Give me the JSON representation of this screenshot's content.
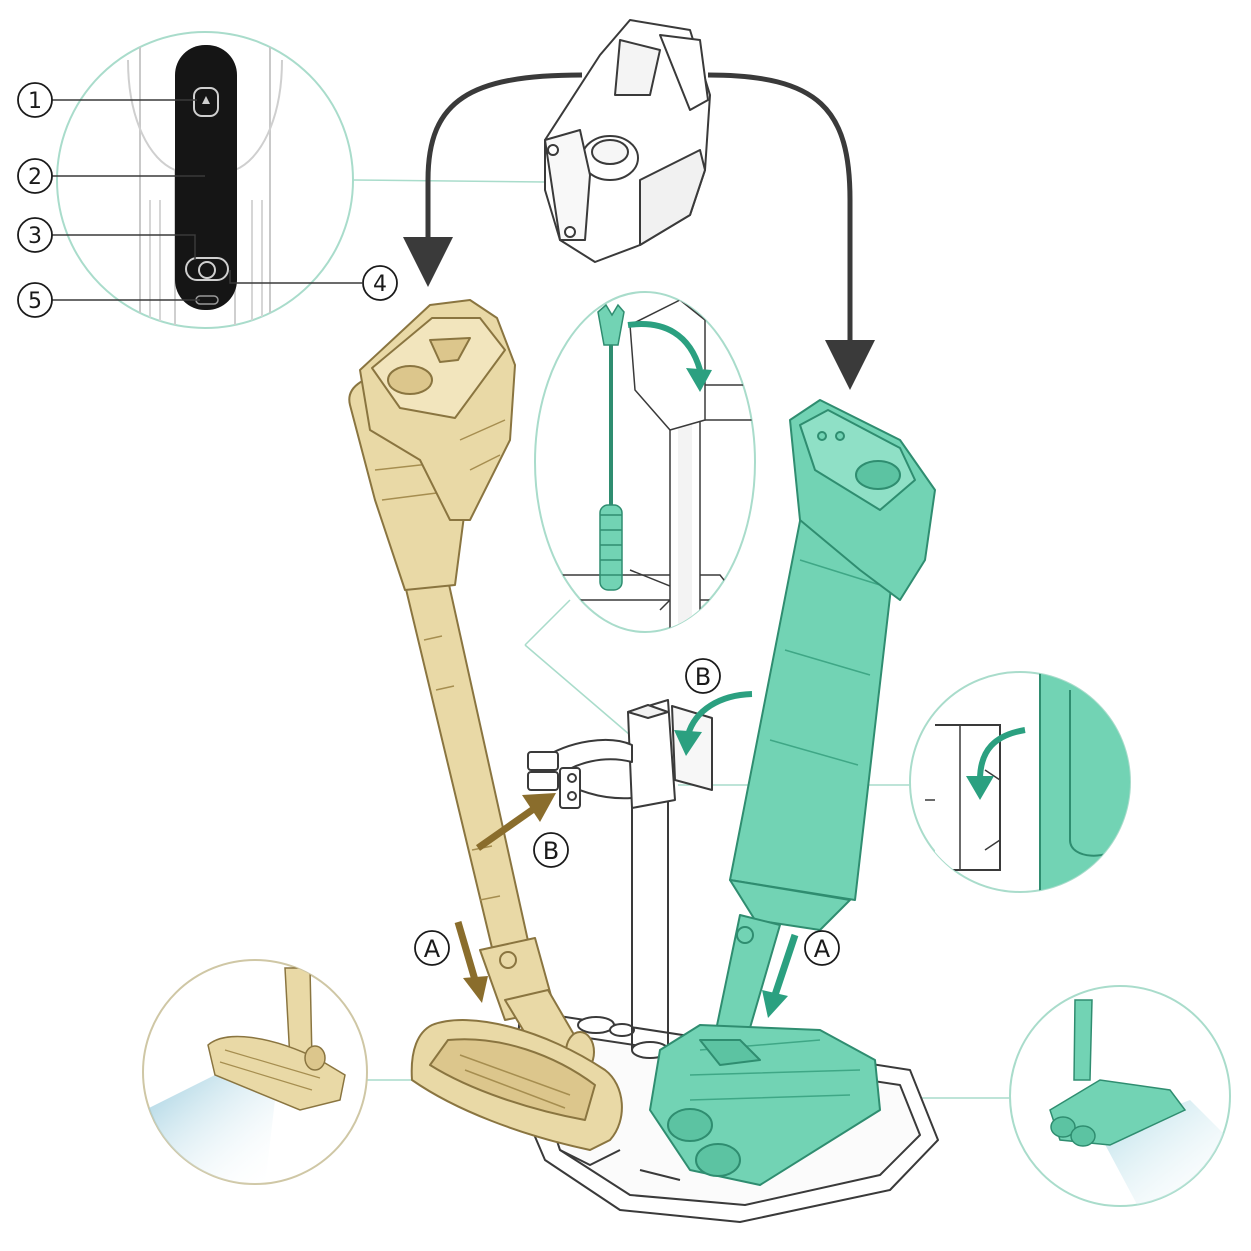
{
  "colors": {
    "gold": "#e9d9a6",
    "gold_line": "#8a7540",
    "mint": "#72d3b4",
    "mint_line": "#2f8d70",
    "mint_arrow": "#2ba080",
    "gold_arrow": "#8a6d2c",
    "ink": "#1a1a1a",
    "grey_line": "#3a3a3a",
    "leader": "#9fd9c5",
    "mist_gold": "#b9dbe6",
    "mist_mint": "#c9e6ec"
  },
  "callouts": [
    {
      "id": "1",
      "label": "1"
    },
    {
      "id": "2",
      "label": "2"
    },
    {
      "id": "3",
      "label": "3"
    },
    {
      "id": "4",
      "label": "4"
    },
    {
      "id": "5",
      "label": "5"
    }
  ],
  "steps": {
    "a_left": "A",
    "a_right": "A",
    "b_top": "B",
    "b_bottom": "B"
  },
  "icons": {
    "handle": "handle-unit-illustration",
    "gold_vacuum": "stick-vacuum-gold",
    "mint_vacuum": "stick-vacuum-mint",
    "stand": "docking-stand",
    "brush": "cleaning-brush-tool"
  }
}
